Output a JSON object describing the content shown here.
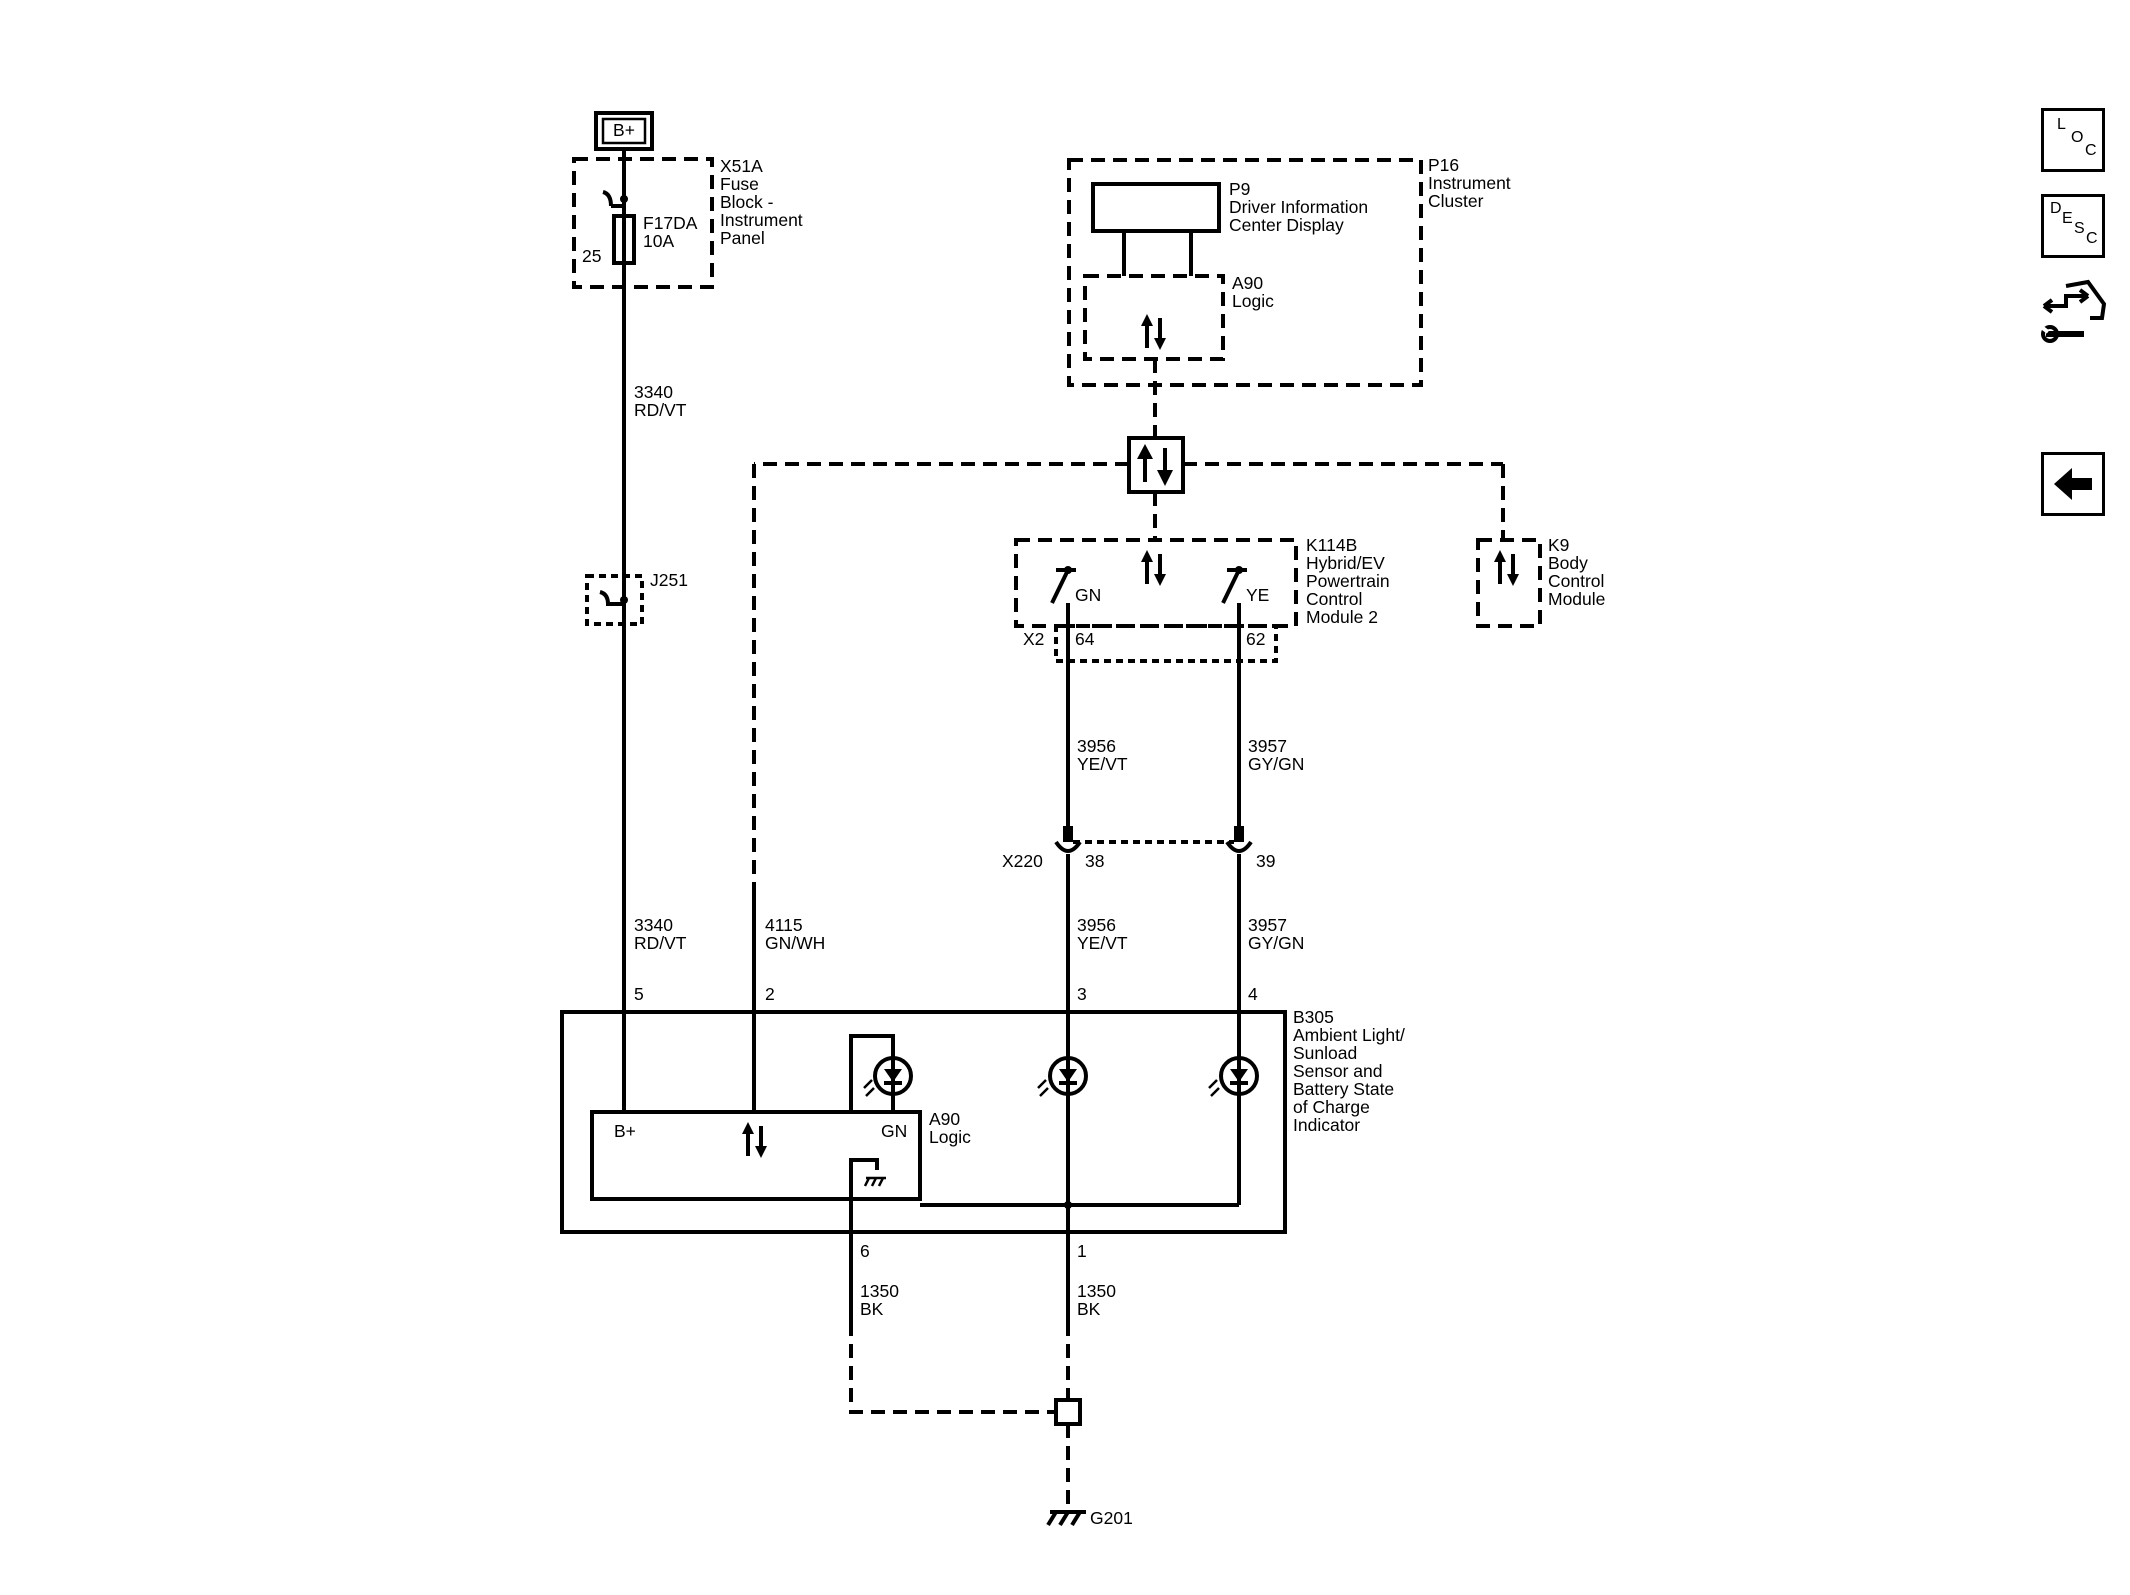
{
  "power": {
    "label": "B+"
  },
  "fuse_block": {
    "id": "X51A",
    "name_lines": [
      "Fuse",
      "Block -",
      "Instrument",
      "Panel"
    ],
    "fuse_id": "F17DA",
    "fuse_rating": "10A",
    "pin": "25"
  },
  "wire_3340": {
    "circuit": "3340",
    "color": "RD/VT"
  },
  "splice": {
    "id": "J251"
  },
  "cluster": {
    "id": "P16",
    "name_lines": [
      "Instrument",
      "Cluster"
    ],
    "display_id": "P9",
    "display_lines": [
      "Driver Information",
      "Center Display"
    ],
    "logic_id": "A90",
    "logic_name": "Logic"
  },
  "pcm": {
    "id": "K114B",
    "name_lines": [
      "Hybrid/EV",
      "Powertrain",
      "Control",
      "Module 2"
    ],
    "switch_left": "GN",
    "switch_right": "YE",
    "connector": "X2",
    "pin_left": "64",
    "pin_right": "62"
  },
  "bcm": {
    "id": "K9",
    "name_lines": [
      "Body",
      "Control",
      "Module"
    ]
  },
  "wire_3956": {
    "circuit": "3956",
    "color": "YE/VT"
  },
  "wire_3957": {
    "circuit": "3957",
    "color": "GY/GN"
  },
  "inline_connector": {
    "id": "X220",
    "pin_left": "38",
    "pin_right": "39"
  },
  "wire_4115": {
    "circuit": "4115",
    "color": "GN/WH"
  },
  "sensor": {
    "id": "B305",
    "name_lines": [
      "Ambient Light/",
      "Sunload",
      "Sensor and",
      "Battery State",
      "of Charge",
      "Indicator"
    ],
    "pins": {
      "p5": "5",
      "p2": "2",
      "p3": "3",
      "p4": "4",
      "p6": "6",
      "p1": "1"
    },
    "logic_id": "A90",
    "logic_name": "Logic",
    "logic_bplus": "B+",
    "logic_gn": "GN"
  },
  "wire_1350": {
    "circuit": "1350",
    "color": "BK"
  },
  "ground": {
    "id": "G201"
  },
  "nav": {
    "loc": [
      "L",
      "O",
      "C"
    ],
    "desc": [
      "D",
      "E",
      "S",
      "C"
    ]
  }
}
